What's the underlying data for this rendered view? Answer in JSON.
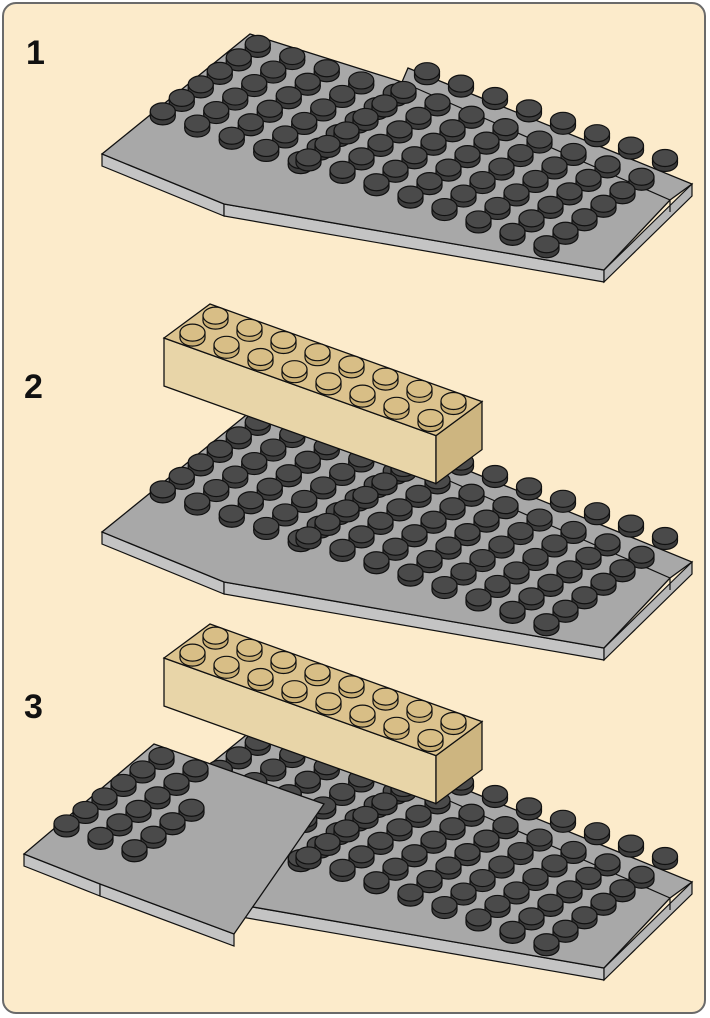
{
  "colors": {
    "background": "#FCEBCB",
    "frame": "#6A6A6A",
    "plate_top": "#A8A8A8",
    "plate_side": "#C4C4C4",
    "stud": "#3C3C3C",
    "stud_top": "#4A4A4A",
    "brick_top": "#DCC38E",
    "brick_side": "#E8D5A8",
    "brick_stud": "#D8BE86",
    "outline": "#111111"
  },
  "steps": [
    {
      "number": "1",
      "parts": [
        "wedge-plate-left",
        "wedge-plate-right"
      ]
    },
    {
      "number": "2",
      "parts": [
        "wedge-plate-left",
        "wedge-plate-right",
        "tan-brick-2x8"
      ]
    },
    {
      "number": "3",
      "parts": [
        "wedge-plate-left",
        "wedge-plate-right",
        "wedge-plate-front",
        "tan-brick-2x8"
      ]
    }
  ]
}
